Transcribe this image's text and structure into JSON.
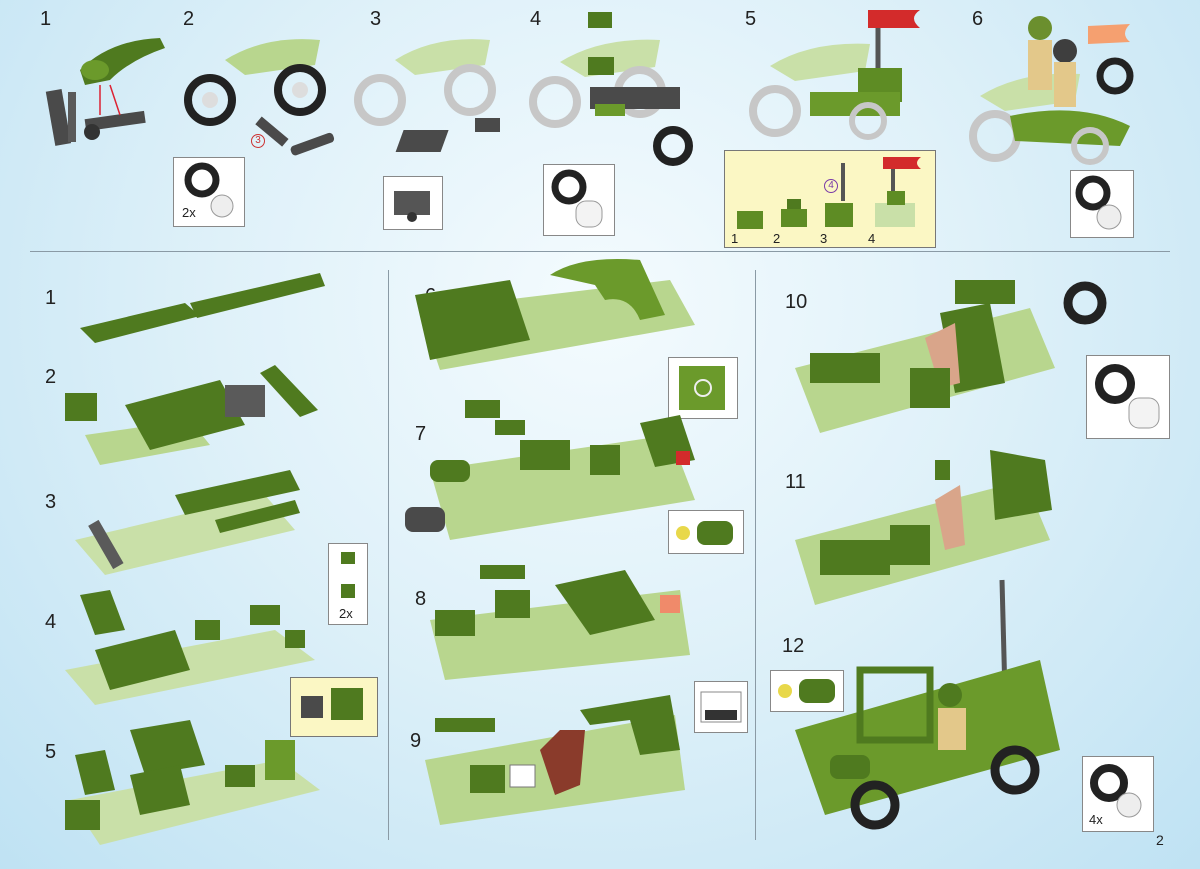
{
  "motorcycle_steps": [
    "1",
    "2",
    "3",
    "4",
    "5",
    "6"
  ],
  "callouts": {
    "m2_qty": "2x",
    "m2_sub": "3",
    "m5_sub": "4",
    "m5_substeps": [
      "1",
      "2",
      "3",
      "4"
    ],
    "j5_qty": "2x",
    "j12_qty": "4x"
  },
  "jeep_steps_col1": [
    "1",
    "2",
    "3",
    "4",
    "5"
  ],
  "jeep_steps_col2": [
    "6",
    "7",
    "8",
    "9"
  ],
  "jeep_steps_col3": [
    "10",
    "11",
    "12"
  ],
  "page_number": "2",
  "colors": {
    "green": "#6b9a2b",
    "dark_green": "#4f7a1f",
    "light_green": "#a9c86a",
    "gray": "#8a8a8a",
    "dark_gray": "#4a4a4a",
    "red": "#d32b2b",
    "wheel": "#222"
  }
}
